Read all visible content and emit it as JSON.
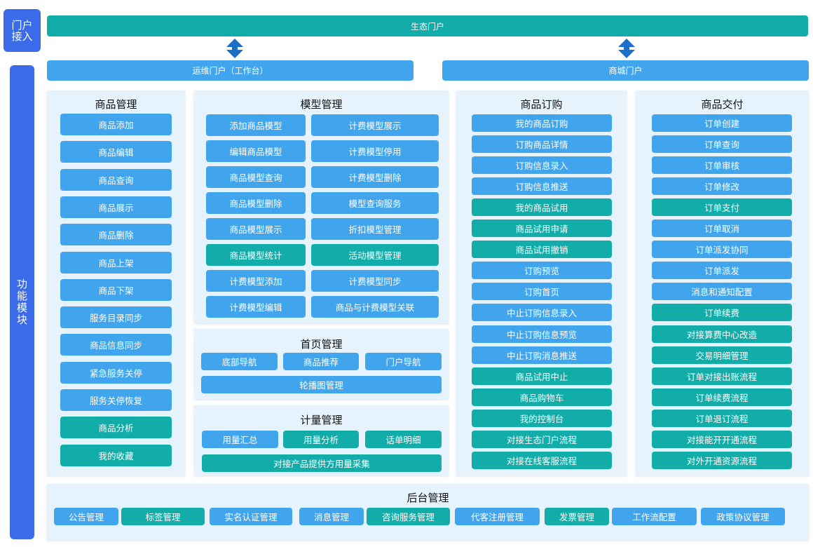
{
  "sidebar": {
    "access_label": "门户接入",
    "func_label": "功能模块"
  },
  "portals": {
    "eco": "生态门户",
    "ops": "运维门户（工作台）",
    "mall": "商城门户"
  },
  "colors": {
    "teal": "#12ada9",
    "blue": "#41a5ee",
    "side": "#3b6be8",
    "panel": "#e6f2fc"
  },
  "goods_mgmt": {
    "title": "商品管理",
    "items": [
      {
        "label": "商品添加",
        "tone": "blue"
      },
      {
        "label": "商品编辑",
        "tone": "blue"
      },
      {
        "label": "商品查询",
        "tone": "blue"
      },
      {
        "label": "商品展示",
        "tone": "blue"
      },
      {
        "label": "商品删除",
        "tone": "blue"
      },
      {
        "label": "商品上架",
        "tone": "blue"
      },
      {
        "label": "商品下架",
        "tone": "blue"
      },
      {
        "label": "服务目录同步",
        "tone": "blue"
      },
      {
        "label": "商品信息同步",
        "tone": "blue"
      },
      {
        "label": "紧急服务关停",
        "tone": "blue"
      },
      {
        "label": "服务关停恢复",
        "tone": "blue"
      },
      {
        "label": "商品分析",
        "tone": "teal"
      },
      {
        "label": "我的收藏",
        "tone": "teal"
      }
    ]
  },
  "model_mgmt": {
    "title": "模型管理",
    "items": [
      {
        "label": "添加商品模型",
        "tone": "blue"
      },
      {
        "label": "计费模型展示",
        "tone": "blue"
      },
      {
        "label": "编辑商品模型",
        "tone": "blue"
      },
      {
        "label": "计费模型停用",
        "tone": "blue"
      },
      {
        "label": "商品模型查询",
        "tone": "blue"
      },
      {
        "label": "计费模型删除",
        "tone": "blue"
      },
      {
        "label": "商品模型删除",
        "tone": "blue"
      },
      {
        "label": "模型查询服务",
        "tone": "blue"
      },
      {
        "label": "商品模型展示",
        "tone": "blue"
      },
      {
        "label": "折扣模型管理",
        "tone": "blue"
      },
      {
        "label": "商品模型统计",
        "tone": "teal"
      },
      {
        "label": "活动模型管理",
        "tone": "teal"
      },
      {
        "label": "计费模型添加",
        "tone": "blue"
      },
      {
        "label": "计费模型同步",
        "tone": "blue"
      },
      {
        "label": "计费模型编辑",
        "tone": "blue"
      },
      {
        "label": "商品与计费模型关联",
        "tone": "blue"
      }
    ]
  },
  "home_mgmt": {
    "title": "首页管理",
    "items": [
      {
        "label": "底部导航",
        "tone": "blue"
      },
      {
        "label": "商品推荐",
        "tone": "blue"
      },
      {
        "label": "门户导航",
        "tone": "blue"
      },
      {
        "label": "轮播图管理",
        "tone": "blue"
      }
    ]
  },
  "meter_mgmt": {
    "title": "计量管理",
    "items": [
      {
        "label": "用量汇总",
        "tone": "blue"
      },
      {
        "label": "用量分析",
        "tone": "teal"
      },
      {
        "label": "话单明细",
        "tone": "teal"
      },
      {
        "label": "对接产品提供方用量采集",
        "tone": "teal"
      }
    ]
  },
  "order": {
    "title": "商品订购",
    "items": [
      {
        "label": "我的商品订购",
        "tone": "blue"
      },
      {
        "label": "订购商品详情",
        "tone": "blue"
      },
      {
        "label": "订购信息录入",
        "tone": "blue"
      },
      {
        "label": "订购信息推送",
        "tone": "blue"
      },
      {
        "label": "我的商品试用",
        "tone": "teal"
      },
      {
        "label": "商品试用申请",
        "tone": "teal"
      },
      {
        "label": "商品试用撤销",
        "tone": "teal"
      },
      {
        "label": "订购预览",
        "tone": "blue"
      },
      {
        "label": "订购首页",
        "tone": "blue"
      },
      {
        "label": "中止订购信息录入",
        "tone": "blue"
      },
      {
        "label": "中止订购信息预览",
        "tone": "blue"
      },
      {
        "label": "中止订购消息推送",
        "tone": "blue"
      },
      {
        "label": "商品试用中止",
        "tone": "teal"
      },
      {
        "label": "商品购物车",
        "tone": "teal"
      },
      {
        "label": "我的控制台",
        "tone": "teal"
      },
      {
        "label": "对接生态门户流程",
        "tone": "teal"
      },
      {
        "label": "对接在线客服流程",
        "tone": "teal"
      }
    ]
  },
  "delivery": {
    "title": "商品交付",
    "items": [
      {
        "label": "订单创建",
        "tone": "blue"
      },
      {
        "label": "订单查询",
        "tone": "blue"
      },
      {
        "label": "订单审核",
        "tone": "blue"
      },
      {
        "label": "订单修改",
        "tone": "blue"
      },
      {
        "label": "订单支付",
        "tone": "teal"
      },
      {
        "label": "订单取消",
        "tone": "blue"
      },
      {
        "label": "订单派发协同",
        "tone": "blue"
      },
      {
        "label": "订单派发",
        "tone": "blue"
      },
      {
        "label": "消息和通知配置",
        "tone": "blue"
      },
      {
        "label": "订单续费",
        "tone": "teal"
      },
      {
        "label": "对接算费中心改造",
        "tone": "teal"
      },
      {
        "label": "交易明细管理",
        "tone": "teal"
      },
      {
        "label": "订单对接出账流程",
        "tone": "teal"
      },
      {
        "label": "订单续费流程",
        "tone": "teal"
      },
      {
        "label": "订单退订流程",
        "tone": "teal"
      },
      {
        "label": "对接能开开通流程",
        "tone": "teal"
      },
      {
        "label": "对外开通资源流程",
        "tone": "teal"
      }
    ]
  },
  "backend": {
    "title": "后台管理",
    "items": [
      {
        "label": "公告管理",
        "tone": "blue"
      },
      {
        "label": "标签管理",
        "tone": "teal"
      },
      {
        "label": "实名认证管理",
        "tone": "blue"
      },
      {
        "label": "消息管理",
        "tone": "blue"
      },
      {
        "label": "咨询服务管理",
        "tone": "teal"
      },
      {
        "label": "代客注册管理",
        "tone": "blue"
      },
      {
        "label": "发票管理",
        "tone": "teal"
      },
      {
        "label": "工作流配置",
        "tone": "blue"
      },
      {
        "label": "政策协议管理",
        "tone": "blue"
      }
    ]
  }
}
